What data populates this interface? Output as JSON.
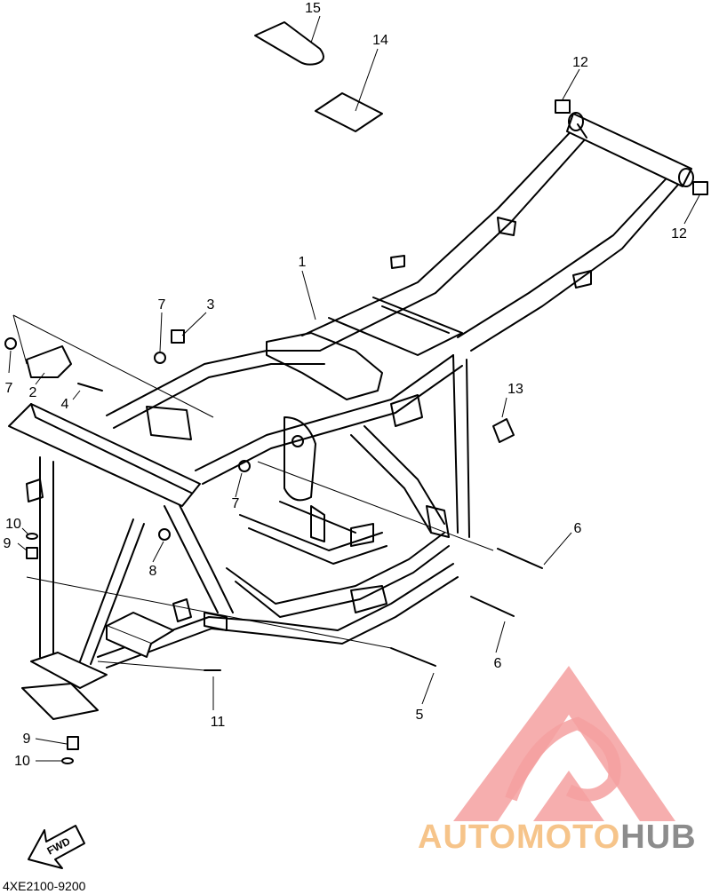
{
  "callouts": {
    "c1": "1",
    "c2": "2",
    "c3": "3",
    "c4": "4",
    "c5": "5",
    "c6a": "6",
    "c6b": "6",
    "c7a": "7",
    "c7b": "7",
    "c7c": "7",
    "c8": "8",
    "c9a": "9",
    "c9b": "9",
    "c10a": "10",
    "c10b": "10",
    "c11": "11",
    "c12a": "12",
    "c12b": "12",
    "c13": "13",
    "c14": "14",
    "c15": "15"
  },
  "diagram_code": "4XE2100-9200",
  "fwd_label": "FWD",
  "watermark": {
    "part1": "AUTO",
    "part2": "MOTO",
    "part3": "HUB",
    "color_light": "#f6c48a",
    "color_dark": "#8c8c8c",
    "triangle_color": "#f4a0a0"
  }
}
